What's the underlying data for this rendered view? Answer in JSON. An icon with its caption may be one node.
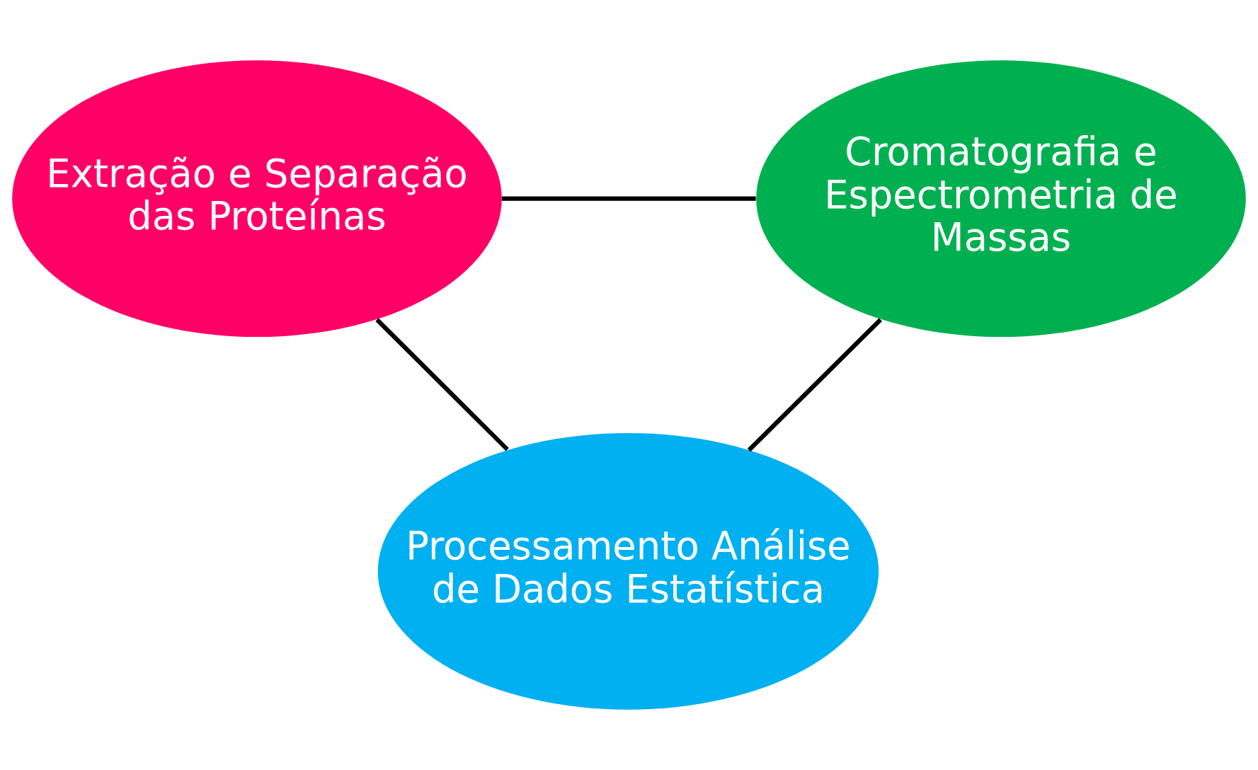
{
  "diagram": {
    "nodes": [
      {
        "text": [
          "Extração e Separação das Proteínas"
        ]
      },
      {
        "text": [
          "Cromatografia e Espectrometria de Massas"
        ]
      },
      {
        "text": [
          "Processamento Análise de Dados Estatística"
        ]
      }
    ],
    "edges": [
      {
        "from": 0,
        "to": 1,
        "arrow": "none"
      },
      {
        "from": 0,
        "to": 2,
        "arrow": "none"
      },
      {
        "from": 1,
        "to": 2,
        "arrow": "none"
      }
    ]
  }
}
